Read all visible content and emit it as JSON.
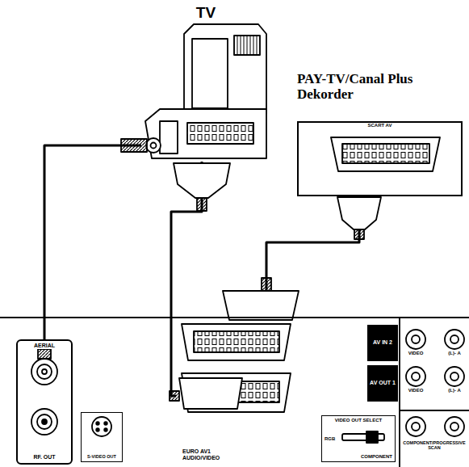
{
  "diagram": {
    "nodes": [
      {
        "text": [
          "TV"
        ]
      },
      {
        "text": [
          "PAY-TV/Canal Plus Dekorder",
          "SCART AV"
        ]
      },
      {
        "text": []
      },
      {
        "text": [
          "AERIAL",
          "RF. OUT"
        ],
        "in": 2
      },
      {
        "text": [
          "S-VIDEO OUT"
        ],
        "in": 2
      },
      {
        "text": [
          "EURO AV1 AUDIO/VIDEO"
        ],
        "in": 2
      },
      {
        "text": [
          "AV IN 2"
        ],
        "in": 2
      },
      {
        "text": [
          "AV OUT 1"
        ],
        "in": 2
      },
      {
        "text": [
          "VIDEO OUT SELECT",
          "RGB",
          "COMPONENT"
        ],
        "in": 2
      }
    ],
    "edges": [
      {
        "from": 0,
        "to": 3,
        "arrow": "none"
      },
      {
        "from": 0,
        "to": 5,
        "arrow": "none"
      },
      {
        "from": 1,
        "to": 2,
        "arrow": "none"
      }
    ],
    "labels": [
      "VIDEO",
      "(L)- A",
      "VIDEO",
      "(L)- A",
      "COMPONENT/PROGRESSIVE SCAN"
    ]
  }
}
